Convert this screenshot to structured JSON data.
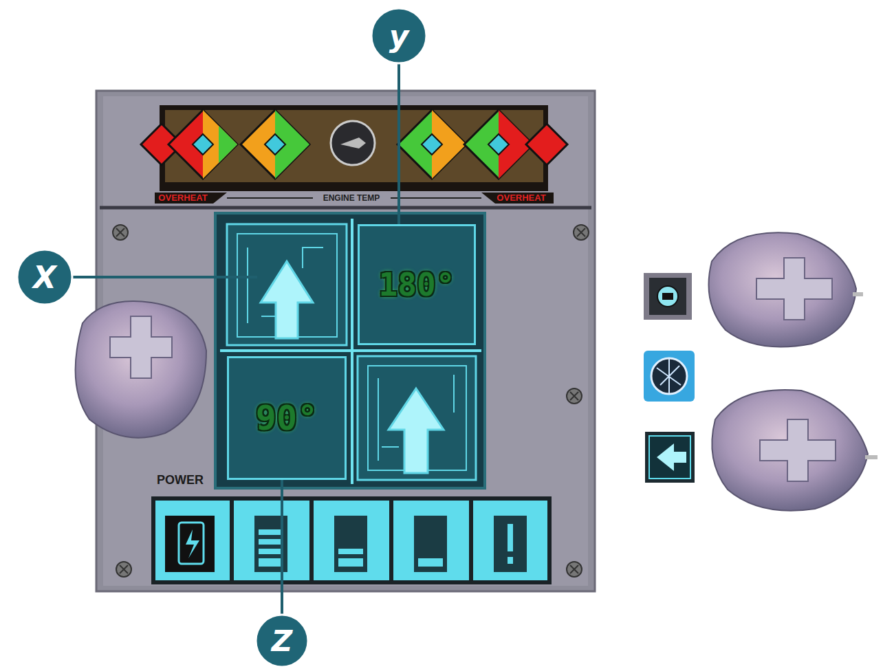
{
  "diagram": {
    "nodes": [
      {
        "text": [
          "180°"
        ]
      },
      {
        "text": [
          "90°"
        ]
      }
    ],
    "labels": [
      "y",
      "X",
      "Z",
      "OVERHEAT",
      "ENGINE TEMP",
      "OVERHEAT",
      "POWER"
    ]
  }
}
